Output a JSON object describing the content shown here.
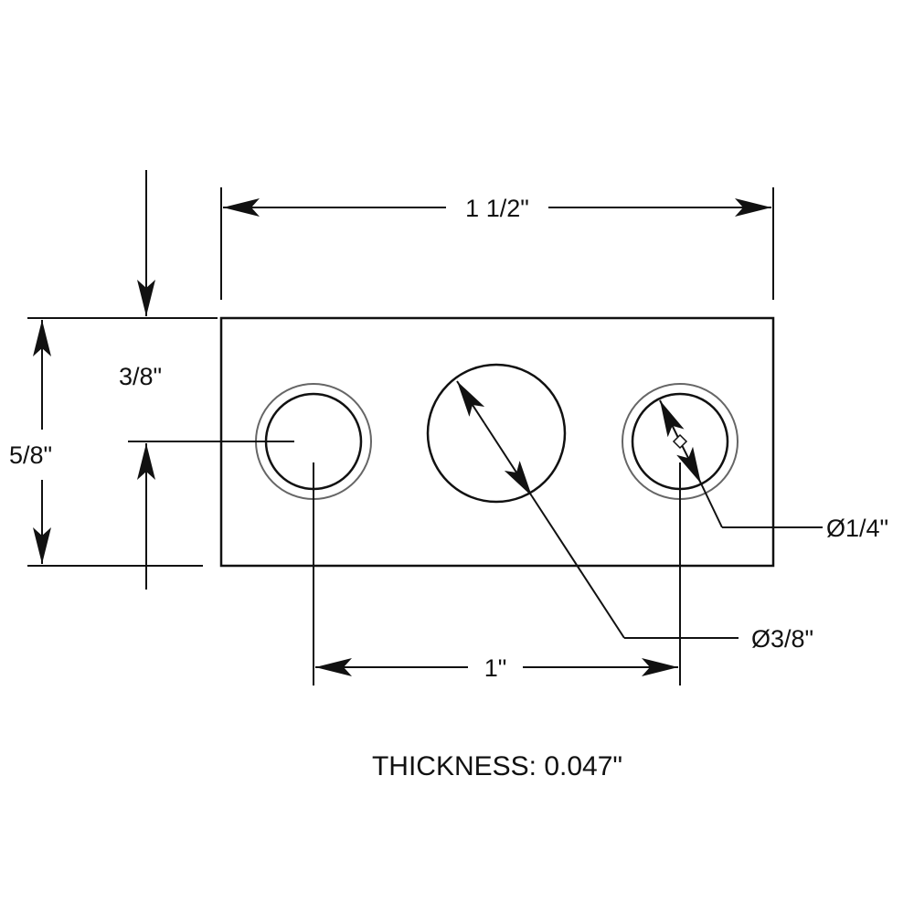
{
  "dimensions": {
    "overall_width": "1 1/2\"",
    "overall_height": "5/8\"",
    "hole_offset_from_top": "3/8\"",
    "hole_spacing": "1\"",
    "small_hole_diameter": "Ø1/4\"",
    "large_hole_diameter": "Ø3/8\""
  },
  "notes": {
    "thickness": "THICKNESS: 0.047\""
  },
  "colors": {
    "line": "#111111",
    "halo": "#555555",
    "background": "#ffffff"
  }
}
